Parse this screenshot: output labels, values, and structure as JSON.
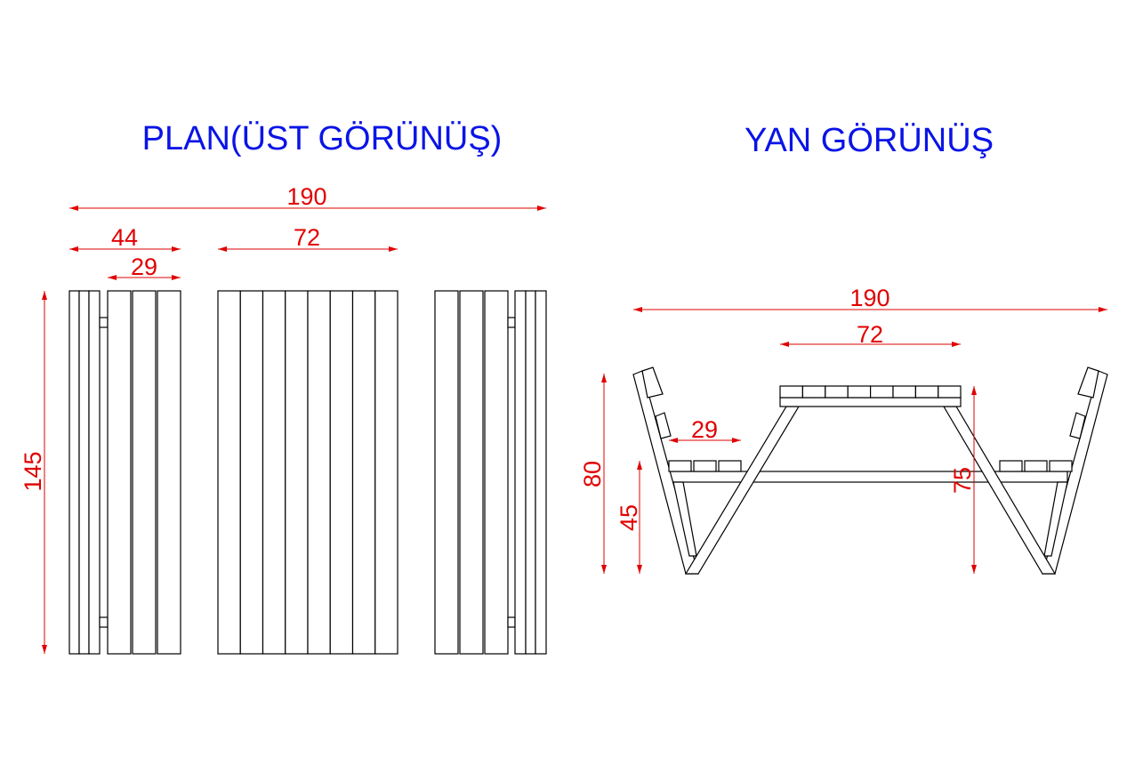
{
  "titles": {
    "plan": "PLAN(ÜST GÖRÜNÜŞ)",
    "side": "YAN GÖRÜNÜŞ"
  },
  "plan_dimensions": {
    "total_length": "190",
    "bench_width": "44",
    "table_width": "72",
    "seat_width": "29",
    "depth": "145"
  },
  "side_dimensions": {
    "total_length": "190",
    "table_width": "72",
    "seat_width": "29",
    "bench_height": "80",
    "seat_height": "45",
    "table_height": "75"
  },
  "colors": {
    "title": "#0a14e6",
    "dimension": "#e00000",
    "line": "#000000"
  }
}
